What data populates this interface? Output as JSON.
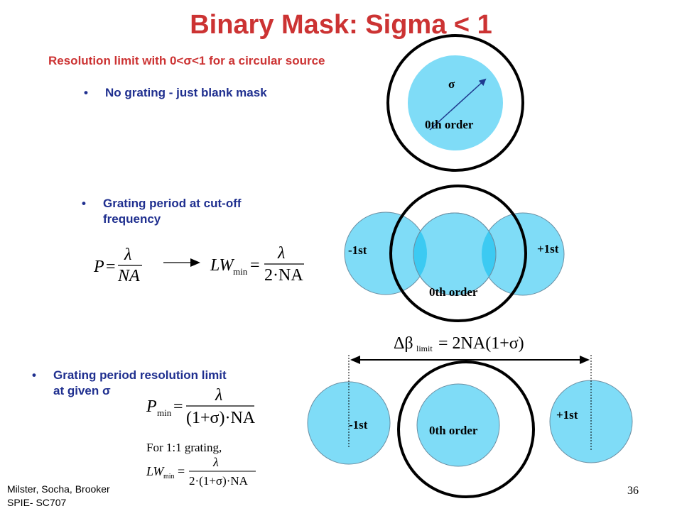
{
  "title": "Binary Mask: Sigma < 1",
  "subtitle": "Resolution limit with 0<σ<1 for a circular source",
  "bullets": {
    "b1": "No grating - just blank mask",
    "b2_line1": "Grating period at cut-off",
    "b2_line2": "frequency",
    "b3_line1": "Grating period resolution limit",
    "b3_line2": "at given σ",
    "dot": "•"
  },
  "labels": {
    "sigma": "σ",
    "zero_order": "0th order",
    "minus_first": "-1st",
    "plus_first": "+1st"
  },
  "equations": {
    "P": "P",
    "equals": "=",
    "lambda": "λ",
    "NA": "NA",
    "LW": "LW",
    "min": "min",
    "two_dot_NA": "2·NA",
    "delta_beta": "Δβ",
    "limit": "limit",
    "delta_rhs": "= 2NA(1+σ)",
    "one_plus_sigma_NA": "(1+σ)·NA",
    "for_grating": "For 1:1 grating,",
    "two_one_plus_sigma_NA": "2·(1+σ)·NA"
  },
  "footer": {
    "line1": "Milster, Socha, Brooker",
    "line2": "SPIE- SC707",
    "page": "36"
  },
  "colors": {
    "title": "#cc3333",
    "bullet_text": "#1f2f8f",
    "pupil_fill": "#7fdcf7",
    "overlap_fill": "#3ccaf2",
    "circle_edge": "#6b8fa3"
  }
}
